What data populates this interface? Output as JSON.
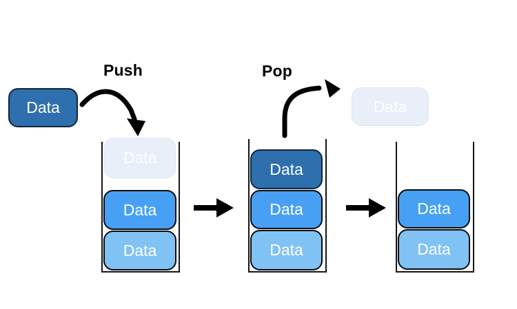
{
  "diagram": {
    "type": "stack-push-pop",
    "background": "#ffffff",
    "labels": {
      "push": "Push",
      "pop": "Pop"
    },
    "colors": {
      "dark_blue": "#2e6fae",
      "medium_blue": "#47a0f4",
      "light_blue": "#81c2f5",
      "ghost_fill": "#e9eff9",
      "box_text": "#ffffff",
      "arrow": "#000000",
      "container_stroke": "#141414"
    },
    "source_box": {
      "label": "Data",
      "style": "dark"
    },
    "popped_box": {
      "label": "Data",
      "style": "ghost"
    },
    "stacks": [
      {
        "name": "stack-during-push",
        "boxes": [
          {
            "label": "Data",
            "style": "ghost"
          },
          {
            "label": "Data",
            "style": "medium"
          },
          {
            "label": "Data",
            "style": "light"
          }
        ]
      },
      {
        "name": "stack-full",
        "boxes": [
          {
            "label": "Data",
            "style": "dark"
          },
          {
            "label": "Data",
            "style": "medium"
          },
          {
            "label": "Data",
            "style": "light"
          }
        ]
      },
      {
        "name": "stack-after-pop",
        "boxes": [
          {
            "label": "Data",
            "style": "medium"
          },
          {
            "label": "Data",
            "style": "light"
          }
        ]
      }
    ],
    "icons": [
      "push-curved-arrow",
      "pop-curved-arrow",
      "transition-right-arrow-1",
      "transition-right-arrow-2"
    ]
  }
}
